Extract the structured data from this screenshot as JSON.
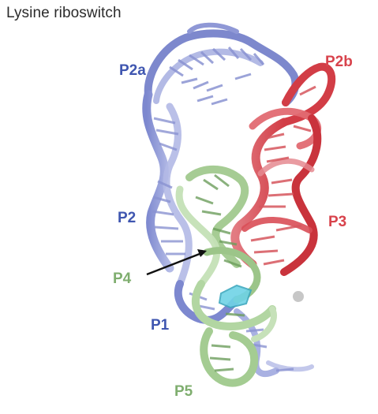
{
  "title": "Lysine riboswitch",
  "labels": {
    "p2a": "P2a",
    "p2b": "P2b",
    "p2": "P2",
    "p3": "P3",
    "p4": "P4",
    "p1": "P1",
    "p5": "P5"
  },
  "colors": {
    "blue_text": "#3f56b0",
    "blue_strand": "#8f98d6",
    "red": "#d8434c",
    "red_light": "#ea8a90",
    "green_text": "#7fae6f",
    "green_strand": "#b6d7a6",
    "cyan_ligand": "#6fd3e6"
  }
}
